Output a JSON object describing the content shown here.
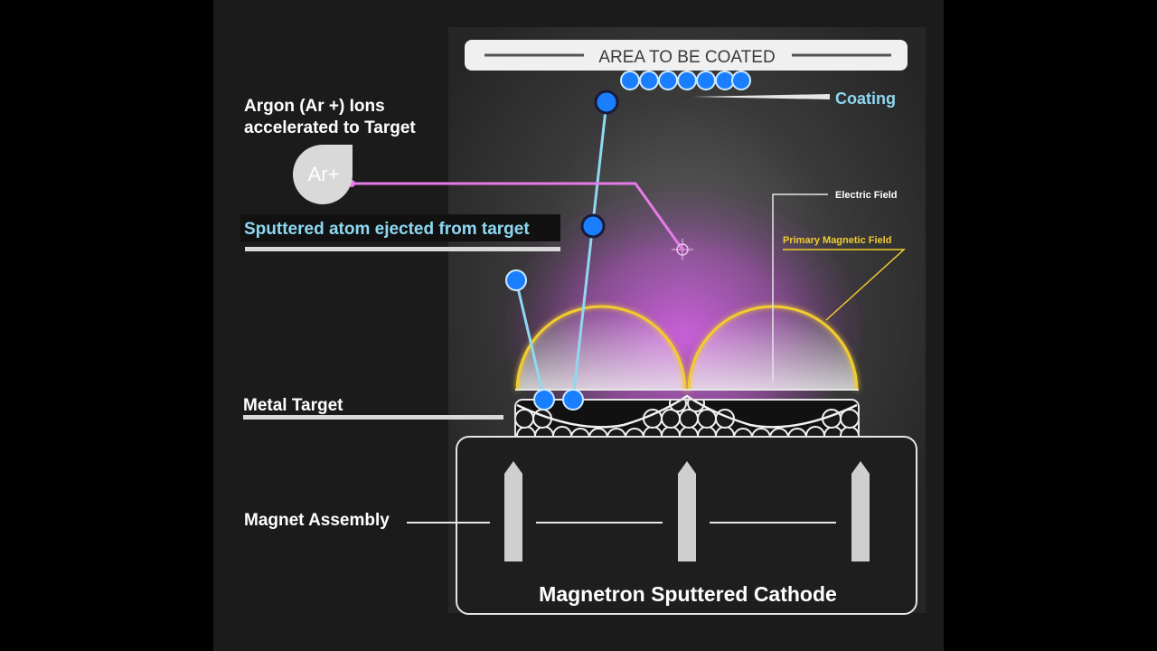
{
  "diagram": {
    "top_label": "AREA TO BE COATED",
    "coating_label": "Coating",
    "argon_label_line1": "Argon (Ar +) Ions",
    "argon_label_line2": "accelerated to Target",
    "ion_symbol": "Ar+",
    "sputtered_label": "Sputtered atom ejected from target",
    "electric_field_label": "Electric Field",
    "magnetic_field_label": "Primary Magnetic Field",
    "metal_target_label": "Metal Target",
    "magnet_assembly_label": "Magnet Assembly",
    "cathode_label": "Magnetron Sputtered Cathode"
  },
  "colors": {
    "background": "#1b1b1b",
    "panel": "#262626",
    "atom_blue": "#1a7fff",
    "trajectory_cyan": "#8ed8f2",
    "ion_path_magenta": "#e67be8",
    "plasma_glow": "#c44fd0",
    "magnetic_field_yellow": "#f2cc2e",
    "line_white": "#e6e6e6"
  },
  "icons": {
    "ion": "argon-ion-icon",
    "target_marker": "crosshair-icon",
    "atom": "sputtered-atom-icon",
    "magnet": "magnet-pole-icon"
  }
}
